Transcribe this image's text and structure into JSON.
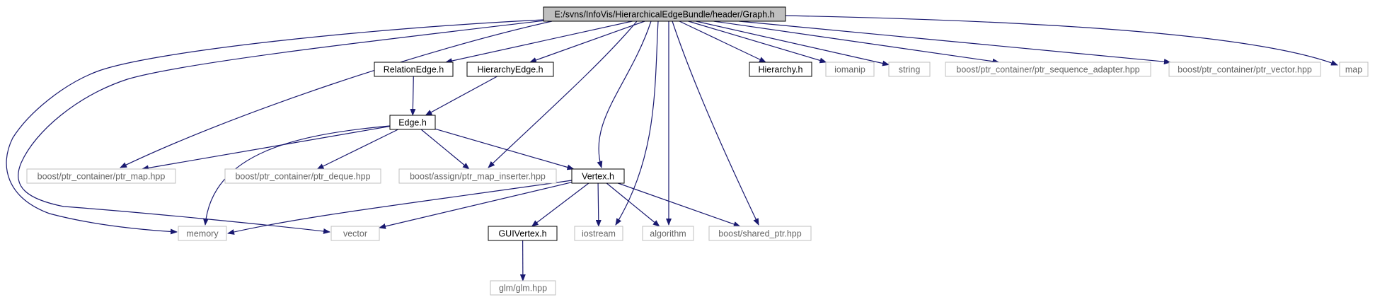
{
  "colors": {
    "edge": "#191970",
    "node_border_internal": "#000000",
    "node_border_external": "#bfbfbf",
    "root_fill": "#bfbfbf",
    "node_fill": "#ffffff",
    "text_internal": "#000000",
    "text_external": "#666666"
  },
  "nodes": [
    {
      "id": "graph_h",
      "label": "E:/svns/InfoVis/HierarchicalEdgeBundle/header/Graph.h",
      "kind": "root"
    },
    {
      "id": "relationedge_h",
      "label": "RelationEdge.h",
      "kind": "internal"
    },
    {
      "id": "hierarchyedge_h",
      "label": "HierarchyEdge.h",
      "kind": "internal"
    },
    {
      "id": "hierarchy_h",
      "label": "Hierarchy.h",
      "kind": "internal"
    },
    {
      "id": "iomanip",
      "label": "iomanip",
      "kind": "external"
    },
    {
      "id": "string",
      "label": "string",
      "kind": "external"
    },
    {
      "id": "ptr_sequence_adapter",
      "label": "boost/ptr_container/ptr_sequence_adapter.hpp",
      "kind": "external"
    },
    {
      "id": "ptr_vector",
      "label": "boost/ptr_container/ptr_vector.hpp",
      "kind": "external"
    },
    {
      "id": "map",
      "label": "map",
      "kind": "external"
    },
    {
      "id": "edge_h",
      "label": "Edge.h",
      "kind": "internal"
    },
    {
      "id": "ptr_map",
      "label": "boost/ptr_container/ptr_map.hpp",
      "kind": "external"
    },
    {
      "id": "ptr_deque",
      "label": "boost/ptr_container/ptr_deque.hpp",
      "kind": "external"
    },
    {
      "id": "ptr_map_inserter",
      "label": "boost/assign/ptr_map_inserter.hpp",
      "kind": "external"
    },
    {
      "id": "vertex_h",
      "label": "Vertex.h",
      "kind": "internal"
    },
    {
      "id": "memory",
      "label": "memory",
      "kind": "external"
    },
    {
      "id": "vector",
      "label": "vector",
      "kind": "external"
    },
    {
      "id": "guivertex_h",
      "label": "GUIVertex.h",
      "kind": "internal"
    },
    {
      "id": "iostream",
      "label": "iostream",
      "kind": "external"
    },
    {
      "id": "algorithm",
      "label": "algorithm",
      "kind": "external"
    },
    {
      "id": "shared_ptr",
      "label": "boost/shared_ptr.hpp",
      "kind": "external"
    },
    {
      "id": "glm",
      "label": "glm/glm.hpp",
      "kind": "external"
    }
  ],
  "edges": [
    {
      "from": "graph_h",
      "to": "relationedge_h"
    },
    {
      "from": "graph_h",
      "to": "hierarchyedge_h"
    },
    {
      "from": "graph_h",
      "to": "hierarchy_h"
    },
    {
      "from": "graph_h",
      "to": "iomanip"
    },
    {
      "from": "graph_h",
      "to": "string"
    },
    {
      "from": "graph_h",
      "to": "ptr_sequence_adapter"
    },
    {
      "from": "graph_h",
      "to": "ptr_vector"
    },
    {
      "from": "graph_h",
      "to": "map"
    },
    {
      "from": "graph_h",
      "to": "memory"
    },
    {
      "from": "graph_h",
      "to": "vector"
    },
    {
      "from": "graph_h",
      "to": "ptr_map"
    },
    {
      "from": "graph_h",
      "to": "ptr_map_inserter"
    },
    {
      "from": "graph_h",
      "to": "vertex_h"
    },
    {
      "from": "graph_h",
      "to": "iostream"
    },
    {
      "from": "graph_h",
      "to": "algorithm"
    },
    {
      "from": "graph_h",
      "to": "shared_ptr"
    },
    {
      "from": "relationedge_h",
      "to": "edge_h"
    },
    {
      "from": "hierarchyedge_h",
      "to": "edge_h"
    },
    {
      "from": "edge_h",
      "to": "ptr_map"
    },
    {
      "from": "edge_h",
      "to": "ptr_deque"
    },
    {
      "from": "edge_h",
      "to": "ptr_map_inserter"
    },
    {
      "from": "edge_h",
      "to": "vertex_h"
    },
    {
      "from": "edge_h",
      "to": "memory"
    },
    {
      "from": "vertex_h",
      "to": "memory"
    },
    {
      "from": "vertex_h",
      "to": "vector"
    },
    {
      "from": "vertex_h",
      "to": "guivertex_h"
    },
    {
      "from": "vertex_h",
      "to": "iostream"
    },
    {
      "from": "vertex_h",
      "to": "algorithm"
    },
    {
      "from": "vertex_h",
      "to": "shared_ptr"
    },
    {
      "from": "guivertex_h",
      "to": "glm"
    }
  ]
}
